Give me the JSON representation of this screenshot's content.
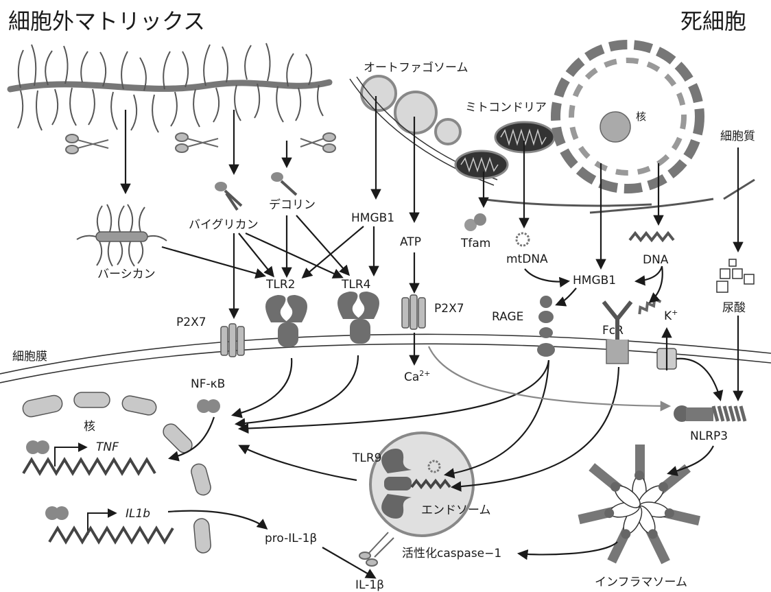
{
  "labels": {
    "ecm_title": "細胞外マトリックス",
    "dead_cell_title": "死細胞",
    "autophagosome": "オートファゴソーム",
    "mitochondria": "ミトコンドリア",
    "nucleus_dead": "核",
    "cytoplasm": "細胞質",
    "biglycan": "バイグリカン",
    "decorin": "デコリン",
    "hmgb1_top": "HMGB1",
    "atp": "ATP",
    "tfam": "Tfam",
    "mtdna": "mtDNA",
    "dna": "DNA",
    "versican": "バーシカン",
    "hmgb1_mid": "HMGB1",
    "uric_acid": "尿酸",
    "tlr2": "TLR2",
    "tlr4": "TLR4",
    "p2x7_left": "P2X7",
    "p2x7_right": "P2X7",
    "rage": "RAGE",
    "fcr": "FcR",
    "k_ion": "K",
    "k_sup": "+",
    "cell_membrane": "細胞膜",
    "ca_ion": "Ca",
    "ca_sup": "2+",
    "nucleus_cell": "核",
    "nfkb": "NF-κB",
    "tnf": "TNF",
    "il1b_gene": "IL1b",
    "tlr9": "TLR9",
    "endosome": "エンドソーム",
    "nlrp3": "NLRP3",
    "pro_il1b": "pro-IL-1β",
    "caspase": "活性化caspase−1",
    "il1b": "IL-1β",
    "inflammasome": "インフラマソーム"
  }
}
